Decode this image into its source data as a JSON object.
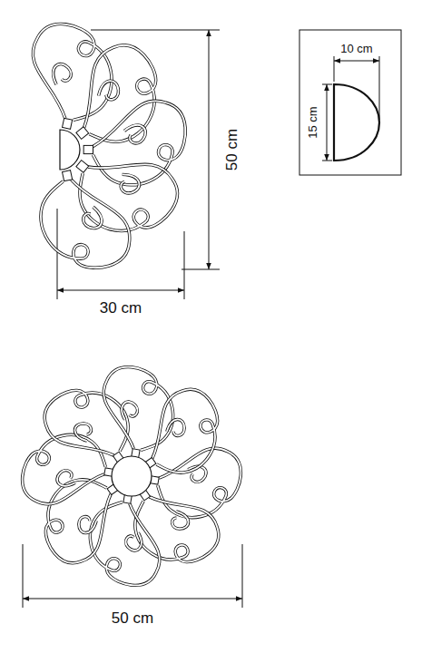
{
  "diagram": {
    "labels": [
      "10 cm",
      "15 cm",
      "50 cm",
      "30 cm",
      "50 cm"
    ]
  }
}
